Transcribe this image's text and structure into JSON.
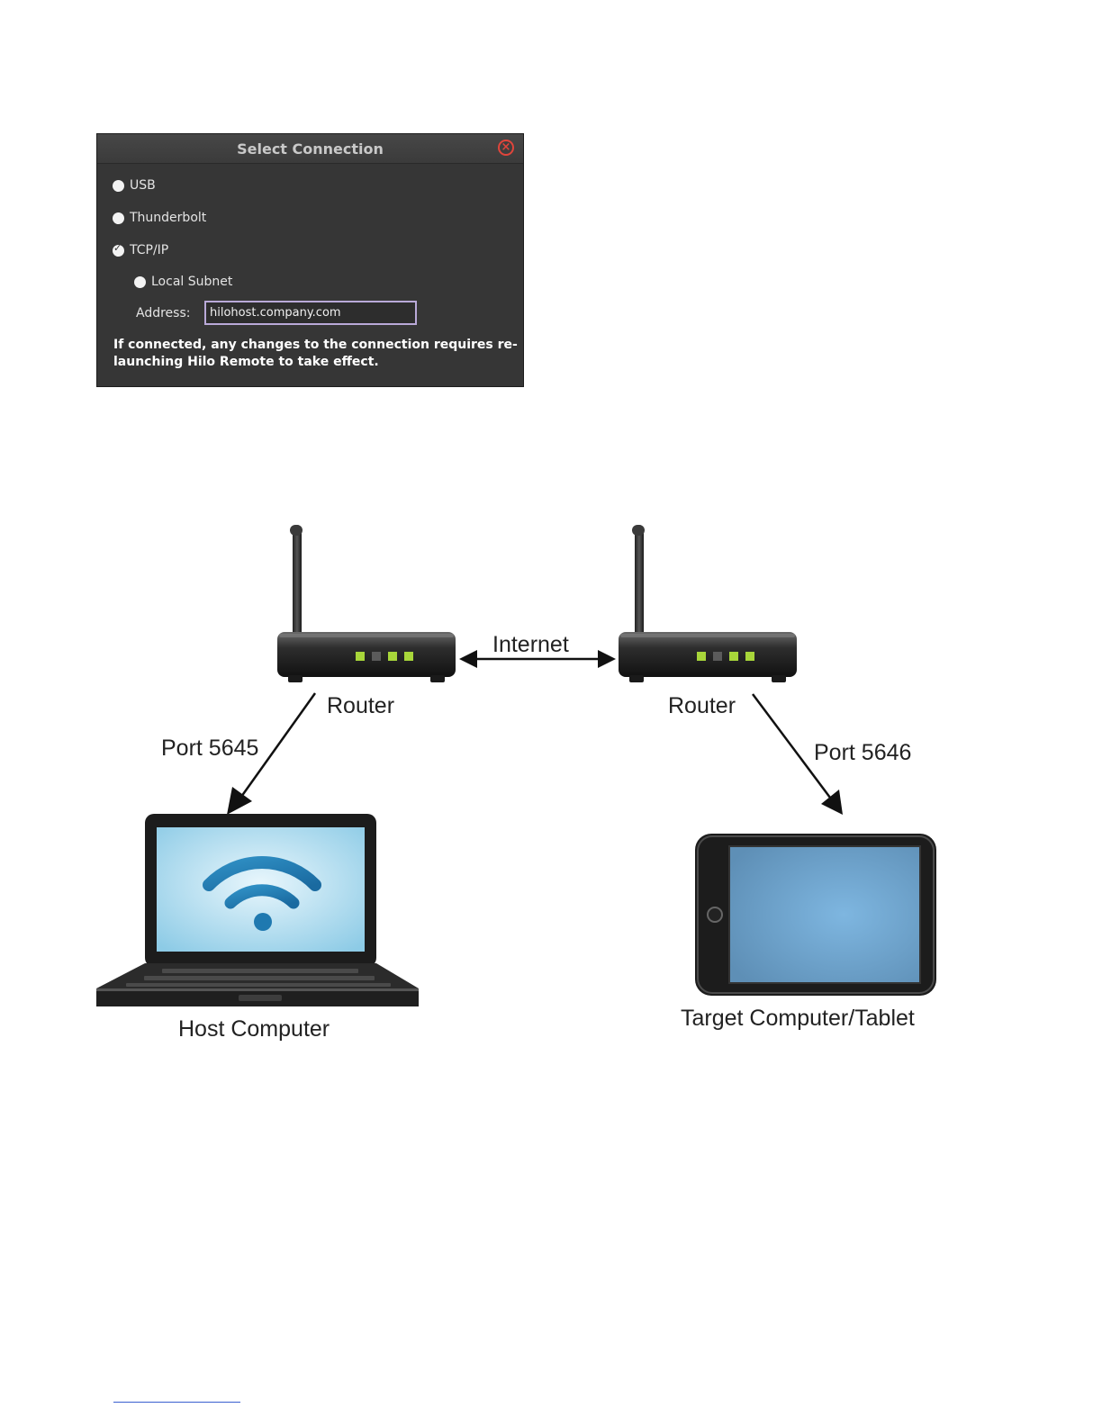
{
  "dialog": {
    "title": "Select Connection",
    "options": [
      {
        "label": "USB",
        "checked": false
      },
      {
        "label": "Thunderbolt",
        "checked": false
      },
      {
        "label": "TCP/IP",
        "checked": true
      }
    ],
    "sub_option": {
      "label": "Local Subnet",
      "checked": false
    },
    "address_label": "Address:",
    "address_value": "hilohost.company.com",
    "note": "If connected, any changes to the connection requires re-launching Hilo Remote to take effect."
  },
  "diagram": {
    "internet_label": "Internet",
    "router_left_label": "Router",
    "router_right_label": "Router",
    "port_left_label": "Port 5645",
    "port_right_label": "Port 5646",
    "host_label": "Host Computer",
    "target_label": "Target Computer/Tablet",
    "led_colors": [
      "#a8d63a",
      "#5b5b5b",
      "#a8d63a",
      "#a8d63a"
    ]
  }
}
